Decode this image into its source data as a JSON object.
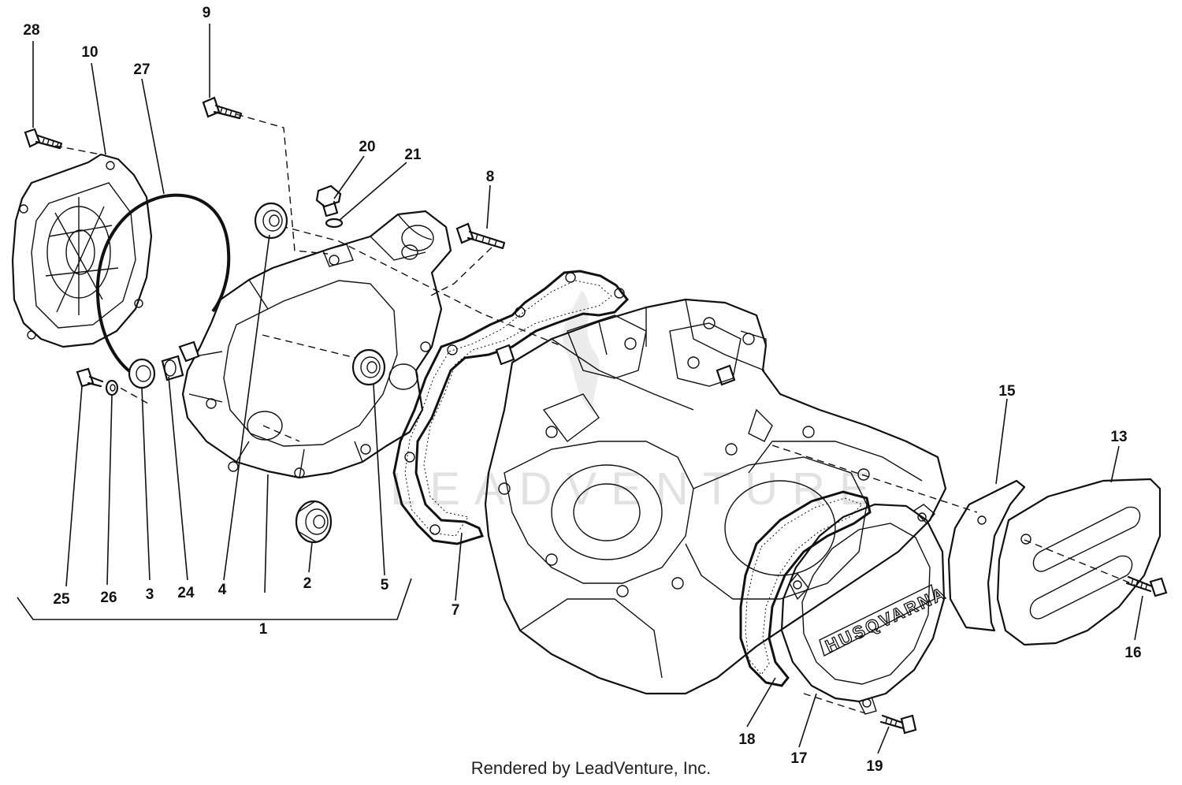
{
  "callouts": [
    {
      "id": "c1",
      "label": "1"
    },
    {
      "id": "c2",
      "label": "2"
    },
    {
      "id": "c3",
      "label": "3"
    },
    {
      "id": "c4",
      "label": "4"
    },
    {
      "id": "c5",
      "label": "5"
    },
    {
      "id": "c7",
      "label": "7"
    },
    {
      "id": "c8",
      "label": "8"
    },
    {
      "id": "c9",
      "label": "9"
    },
    {
      "id": "c10",
      "label": "10"
    },
    {
      "id": "c13",
      "label": "13"
    },
    {
      "id": "c15",
      "label": "15"
    },
    {
      "id": "c16",
      "label": "16"
    },
    {
      "id": "c17",
      "label": "17"
    },
    {
      "id": "c18",
      "label": "18"
    },
    {
      "id": "c19",
      "label": "19"
    },
    {
      "id": "c20",
      "label": "20"
    },
    {
      "id": "c21",
      "label": "21"
    },
    {
      "id": "c24",
      "label": "24"
    },
    {
      "id": "c25",
      "label": "25"
    },
    {
      "id": "c26",
      "label": "26"
    },
    {
      "id": "c27",
      "label": "27"
    },
    {
      "id": "c28",
      "label": "28"
    }
  ],
  "cover_logo": "HUSQVARNA",
  "watermark": "LEADVENTURE",
  "footer": "Rendered by LeadVenture, Inc."
}
